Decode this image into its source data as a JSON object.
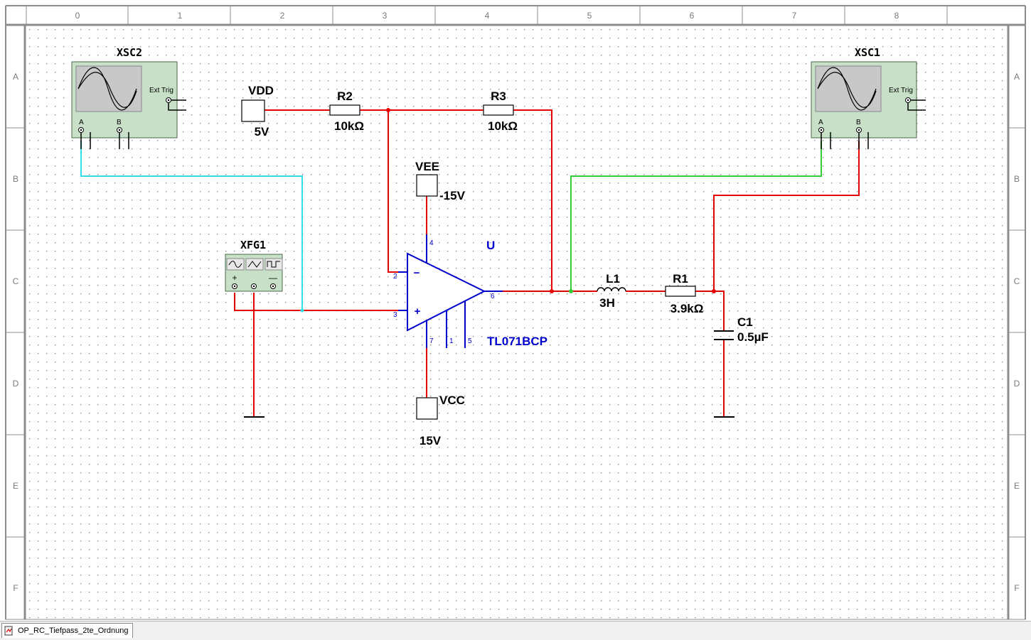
{
  "ruler": {
    "columns": [
      "0",
      "1",
      "2",
      "3",
      "4",
      "5",
      "6",
      "7",
      "8"
    ],
    "rows": [
      "A",
      "B",
      "C",
      "D",
      "E",
      "F"
    ]
  },
  "instruments": {
    "xsc2": {
      "name": "XSC2",
      "ext_trig": "Ext Trig",
      "ch_a": "A",
      "ch_b": "B"
    },
    "xsc1": {
      "name": "XSC1",
      "ext_trig": "Ext Trig",
      "ch_a": "A",
      "ch_b": "B"
    },
    "xfg1": {
      "name": "XFG1"
    }
  },
  "sources": {
    "vdd": {
      "name": "VDD",
      "value": "5V"
    },
    "vee": {
      "name": "VEE",
      "value": "-15V"
    },
    "vcc": {
      "name": "VCC",
      "value": "15V"
    }
  },
  "components": {
    "r2": {
      "name": "R2",
      "value": "10kΩ"
    },
    "r3": {
      "name": "R3",
      "value": "10kΩ"
    },
    "l1": {
      "name": "L1",
      "value": "3H"
    },
    "r1": {
      "name": "R1",
      "value": "3.9kΩ"
    },
    "c1": {
      "name": "C1",
      "value": "0.5µF"
    }
  },
  "opamp": {
    "ref": "U",
    "model": "TL071BCP",
    "pins": {
      "p2": "2",
      "p3": "3",
      "p4": "4",
      "p6": "6",
      "p7": "7",
      "p1": "1",
      "p5": "5"
    },
    "minus": "−",
    "plus": "+"
  },
  "colors": {
    "wire_red": "#e60000",
    "wire_cyan": "#33dde8",
    "wire_green": "#33cc33",
    "component": "#000000",
    "opamp": "#0000cc",
    "instrument_fill": "#c8e0c8",
    "border": "#8c8c8c"
  },
  "tab": {
    "label": "OP_RC_Tiefpass_2te_Ordnung"
  }
}
